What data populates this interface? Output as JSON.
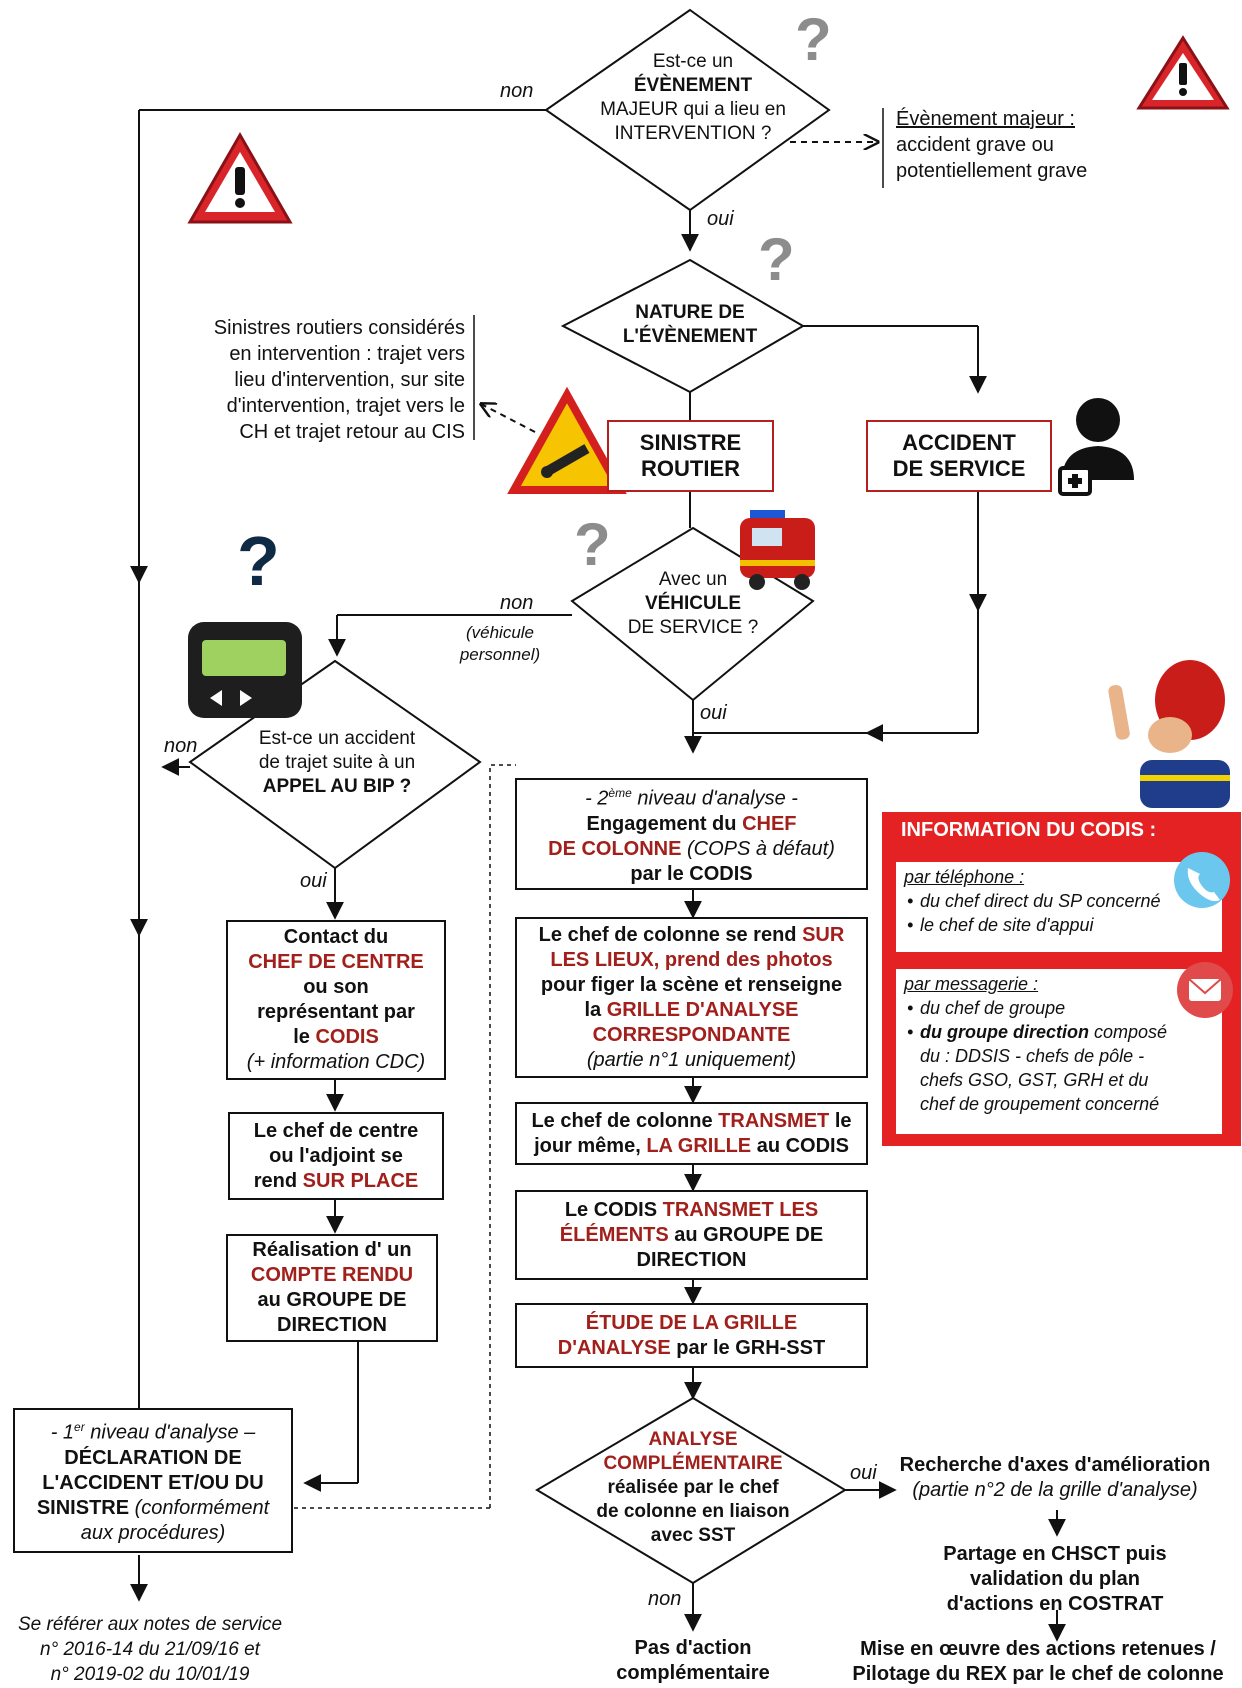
{
  "labels": {
    "non": "non",
    "oui": "oui",
    "vehicule_personnel": "(véhicule personnel)"
  },
  "decisions": {
    "evenement_majeur": [
      "Est-ce un",
      "ÉVÈNEMENT",
      "MAJEUR qui a lieu en",
      "INTERVENTION ?"
    ],
    "nature": [
      "NATURE DE",
      "L'ÉVÈNEMENT"
    ],
    "vehicule_service": [
      "Avec un",
      "VÉHICULE",
      "DE SERVICE ?"
    ],
    "appel_bip": [
      "Est-ce un accident",
      "de trajet suite à un",
      "APPEL AU BIP ?"
    ],
    "analyse_complementaire": [
      "ANALYSE",
      "COMPLÉMENTAIRE",
      "réalisée par le chef",
      "de colonne en liaison",
      "avec SST"
    ]
  },
  "notes": {
    "evenement_majeur_title": "Évènement majeur :",
    "evenement_majeur_text": [
      "accident grave ou",
      "potentiellement grave"
    ],
    "sinistres_routiers": [
      "Sinistres routiers considérés",
      "en intervention : trajet vers",
      "lieu d'intervention, sur site",
      "d'intervention, trajet vers le",
      "CH et trajet retour au CIS"
    ],
    "references": [
      "Se référer aux notes de service",
      "n° 2016-14 du 21/09/16 et",
      "n° 2019-02 du 10/01/19"
    ]
  },
  "boxes": {
    "sinistre_routier": [
      "SINISTRE",
      "ROUTIER"
    ],
    "accident_service": [
      "ACCIDENT",
      "DE SERVICE"
    ],
    "niveau2": {
      "prefix": "- 2",
      "sup": "ème",
      "suffix": " niveau d'analyse -",
      "l1a": "Engagement du ",
      "l1b": "CHEF",
      "l2a": "DE COLONNE",
      "l2b": " (COPS à défaut)",
      "l3": "par le CODIS"
    },
    "chef_colonne_lieux": {
      "a": "Le chef de colonne se rend ",
      "b": "SUR",
      "c": "LES LIEUX, prend des photos",
      "d": "pour figer la scène et renseigne",
      "e": "la ",
      "f": "GRILLE D'ANALYSE",
      "g": "CORRESPONDANTE",
      "h": "(partie n°1 uniquement)"
    },
    "transmet_grille": {
      "a": "Le chef de colonne ",
      "b": "TRANSMET",
      "c": " le",
      "d": "jour même, ",
      "e": "LA GRILLE",
      "f": " au CODIS"
    },
    "codis_transmet": {
      "a": "Le CODIS ",
      "b": "TRANSMET LES",
      "c": "ÉLÉMENTS",
      "d": " au GROUPE DE",
      "e": "DIRECTION"
    },
    "etude_grille": {
      "a": "ÉTUDE DE LA GRILLE",
      "b": "D'ANALYSE",
      "c": " par le GRH-SST"
    },
    "contact_chef_centre": {
      "a": "Contact du",
      "b": "CHEF DE CENTRE",
      "c": "ou son",
      "d": "représentant par",
      "e": "le ",
      "f": "CODIS",
      "g": "(+ information CDC)"
    },
    "chef_centre_place": {
      "a": "Le chef de centre",
      "b": "ou l'adjoint se",
      "c": "rend ",
      "d": "SUR PLACE"
    },
    "compte_rendu": {
      "a": "Réalisation d' un",
      "b": "COMPTE RENDU",
      "c": "au GROUPE DE",
      "d": "DIRECTION"
    },
    "niveau1": {
      "a": "-   1",
      "sup": "er",
      "b": " niveau d'analyse –",
      "c": "DÉCLARATION DE",
      "d": "L'ACCIDENT ET/OU DU",
      "e": "SINISTRE",
      "f": " (conformément",
      "g": "aux procédures)"
    }
  },
  "outcomes": {
    "recherche_axes": "Recherche d'axes d'amélioration",
    "recherche_axes_sub": "(partie n°2 de la grille d'analyse)",
    "partage": [
      "Partage en CHSCT puis",
      "validation du plan",
      "d'actions en COSTRAT"
    ],
    "mise_en_oeuvre": [
      "Mise en œuvre des actions retenues /",
      "Pilotage du REX par le chef de colonne"
    ],
    "pas_action": [
      "Pas d'action",
      "complémentaire"
    ]
  },
  "codis_panel": {
    "title": "INFORMATION DU CODIS :",
    "phone_title": "par téléphone :",
    "phone_items": [
      "du chef direct du SP concerné",
      "le chef de site d'appui"
    ],
    "mail_title": "par messagerie :",
    "mail_item1": "du chef de groupe",
    "mail_item2_bold": "du groupe direction",
    "mail_item2_rest": " composé",
    "mail_item2_lines": [
      "du : DDSIS - chefs de pôle -",
      "chefs GSO, GST, GRH et du",
      "chef de groupement concerné"
    ]
  },
  "icons": [
    "question-mark-icon",
    "warning-triangle-icon",
    "road-sign-icon",
    "fire-truck-icon",
    "medic-icon",
    "pager-icon",
    "phone-icon",
    "mail-icon",
    "firefighter-mascot-icon"
  ],
  "colors": {
    "accent_red": "#a1201c",
    "panel_red": "#e42224",
    "warning_red": "#d9252a"
  }
}
